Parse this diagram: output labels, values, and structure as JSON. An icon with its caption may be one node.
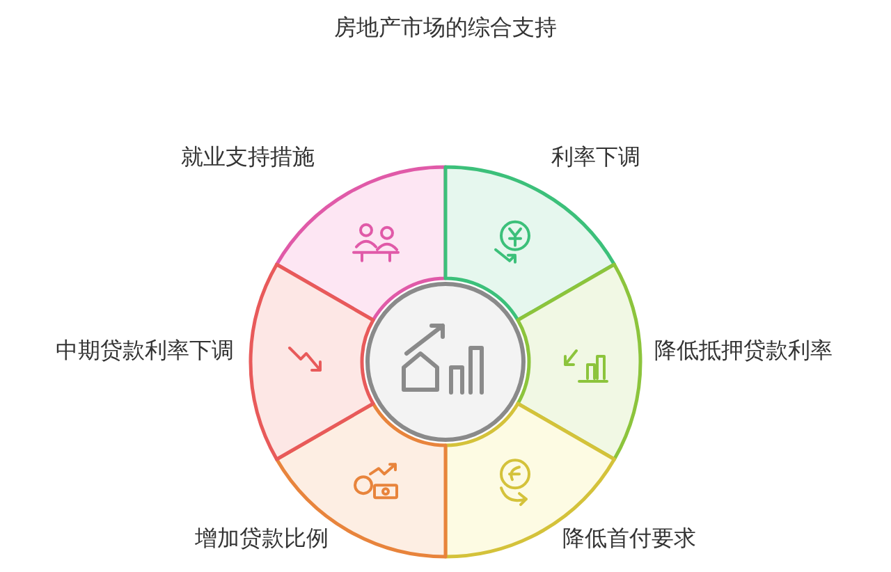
{
  "diagram": {
    "title": "房地产市场的综合支持",
    "nodes": [
      {
        "text": [
          "就业支持措施"
        ]
      },
      {
        "text": [
          "利率下调"
        ]
      },
      {
        "text": [
          "降低抵押贷款利率"
        ]
      },
      {
        "text": [
          "降低首付要求"
        ]
      },
      {
        "text": [
          "增加贷款比例"
        ]
      },
      {
        "text": [
          "中期贷款利率下调"
        ]
      },
      {
        "text": [],
        "shape": "circle"
      }
    ],
    "edges": []
  }
}
